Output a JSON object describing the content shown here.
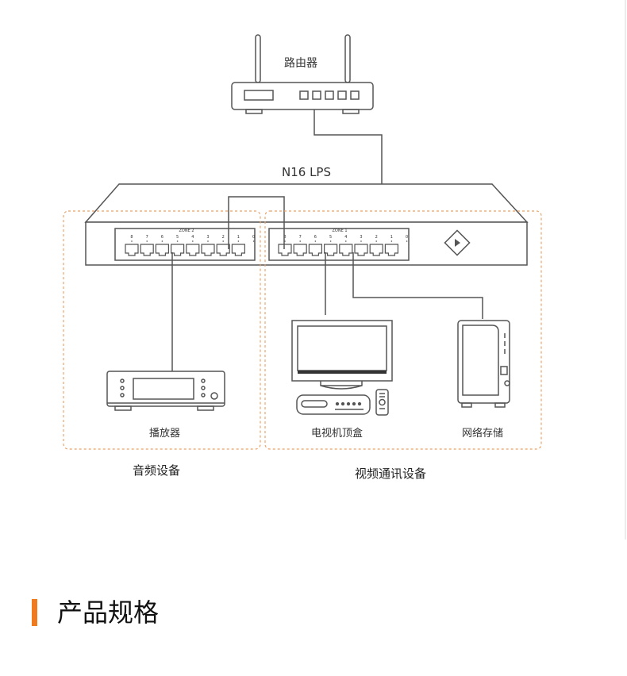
{
  "labels": {
    "router": "路由器",
    "switch_model": "N16 LPS",
    "zone2": "ZONE 2",
    "zone1": "ZONE 1",
    "player": "播放器",
    "tv_box": "电视机顶盒",
    "nas": "网络存储",
    "audio_group": "音频设备",
    "video_group": "视频通讯设备"
  },
  "port_numbers": [
    "8",
    "7",
    "6",
    "5",
    "4",
    "3",
    "2",
    "1",
    "0"
  ],
  "section": {
    "title": "产品规格"
  },
  "colors": {
    "line": "#555555",
    "dashed_border": "#e8a36a",
    "accent": "#f07a1e"
  }
}
